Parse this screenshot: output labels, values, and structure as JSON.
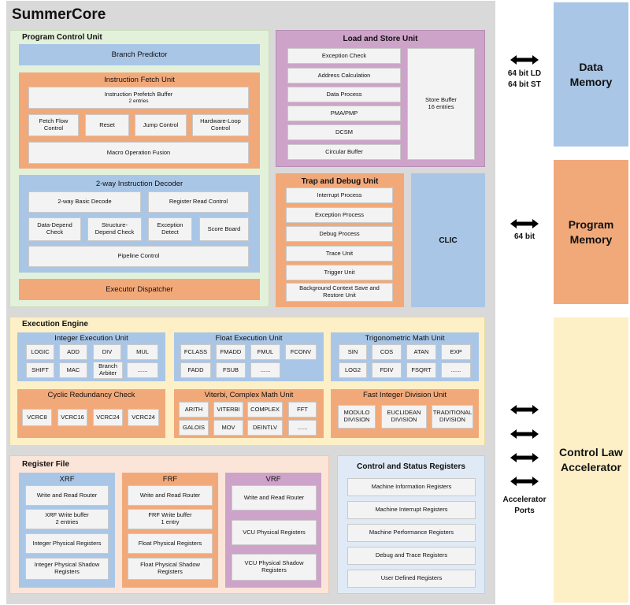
{
  "core": {
    "title": "SummerCore"
  },
  "pcu": {
    "title": "Program Control Unit",
    "branch_predictor": "Branch Predictor",
    "ifu": {
      "title": "Instruction Fetch Unit",
      "prefetch": "Instruction Prefetch Buffer",
      "prefetch_sub": "2 entries",
      "flow1": "Fetch Flow",
      "flow2": "Control",
      "reset": "Reset",
      "jump": "Jump Control",
      "hwloop1": "Hardware-Loop",
      "hwloop2": "Control",
      "fusion": "Macro Operation Fusion"
    },
    "dec": {
      "title": "2-way Instruction Decoder",
      "basic": "2-way Basic Decode",
      "regread": "Register Read Control",
      "datadep1": "Data-Depend",
      "datadep2": "Check",
      "struct1": "Structure-",
      "struct2": "Depend Check",
      "exc1": "Exception",
      "exc2": "Detect",
      "score": "Score Board",
      "pipeline": "Pipeline Control"
    },
    "dispatcher": "Executor Dispatcher"
  },
  "lsu": {
    "title": "Load and Store Unit",
    "items": [
      "Exception Check",
      "Address Calculation",
      "Data Process",
      "PMA/PMP",
      "DCSM",
      "Circular Buffer"
    ],
    "store1": "Store Buffer",
    "store2": "16 entries"
  },
  "tdu": {
    "title": "Trap and Debug Unit",
    "items": [
      "Interrupt Process",
      "Exception Process",
      "Debug Process",
      "Trace Unit",
      "Trigger Unit"
    ],
    "bg1": "Background Context Save and",
    "bg2": "Restore Unit"
  },
  "clic": "CLIC",
  "exe": {
    "title": "Execution Engine",
    "int": {
      "title": "Integer Execution Unit",
      "items": [
        "LOGIC",
        "ADD",
        "DIV",
        "MUL",
        "SHIFT",
        "MAC"
      ],
      "ba1": "Branch",
      "ba2": "Arbiter",
      "more": "......"
    },
    "flt": {
      "title": "Float Execution Unit",
      "items": [
        "FCLASS",
        "FMADD",
        "FMUL",
        "FCONV",
        "FADD",
        "FSUB"
      ],
      "more": "......"
    },
    "trig": {
      "title": "Trigonometric Math Unit",
      "items": [
        "SIN",
        "COS",
        "ATAN",
        "EXP",
        "LOG2",
        "FDIV",
        "FSQRT"
      ],
      "more": "......"
    },
    "crc": {
      "title": "Cyclic Redundancy Check",
      "items": [
        "VCRC8",
        "VCRC16",
        "VCRC24",
        "VCRC24"
      ]
    },
    "vit": {
      "title": "Viterbi, Complex Math Unit",
      "items": [
        "ARITH",
        "VITERBI",
        "COMPLEX",
        "FFT",
        "GALOIS",
        "MOV",
        "DEINTLV"
      ],
      "more": "......"
    },
    "fid": {
      "title": "Fast Integer Division Unit",
      "m1": "MODULO",
      "m2": "DIVISION",
      "e1": "EUCLIDEAN",
      "e2": "DIVISION",
      "t1": "TRADITIONAL",
      "t2": "DIVISION"
    }
  },
  "rf": {
    "title": "Register File",
    "xrf": {
      "title": "XRF",
      "router": "Write and Read Router",
      "wb1": "XRF Write buffer",
      "wb2": "2 entries",
      "phys": "Integer Physical Registers",
      "sh1": "Integer Physical Shadow",
      "sh2": "Registers"
    },
    "frf": {
      "title": "FRF",
      "router": "Write and Read Router",
      "wb1": "FRF Write buffer",
      "wb2": "1 entry",
      "phys": "Float Physical Registers",
      "sh1": "Float Physical Shadow",
      "sh2": "Registers"
    },
    "vrf": {
      "title": "VRF",
      "router": "Write and Read Router",
      "phys": "VCU Physical Registers",
      "sh1": "VCU Physical Shadow",
      "sh2": "Registers"
    }
  },
  "csr": {
    "title": "Control and Status Registers",
    "items": [
      "Machine Information Registers",
      "Machine Interrupt Registers",
      "Machine Performance Registers",
      "Debug and Trace Registers",
      "User Defined Registers"
    ]
  },
  "data_mem": {
    "l1": "Data",
    "l2": "Memory",
    "bus1": "64 bit LD",
    "bus2": "64 bit ST"
  },
  "prog_mem": {
    "l1": "Program",
    "l2": "Memory",
    "bus": "64 bit"
  },
  "cla": {
    "l1": "Control Law",
    "l2": "Accelerator",
    "ports1": "Accelerator",
    "ports2": "Ports"
  },
  "colors": {
    "blue": "#a9c6e6",
    "orange": "#f2a97a",
    "pink": "#cda3c9",
    "green": "#e3f1da",
    "yellow": "#fdf0c7",
    "peach": "#fbe5d8",
    "lightblue": "#dfeaf6",
    "core": "#d9d9d9"
  }
}
